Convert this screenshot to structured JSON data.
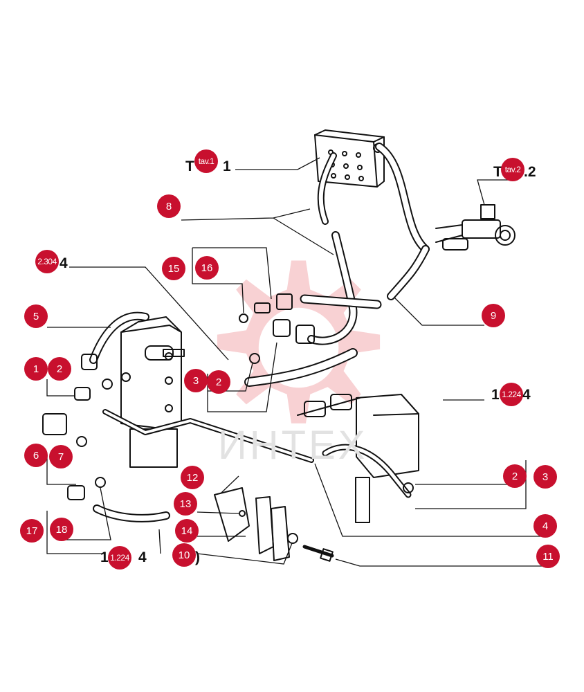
{
  "watermark": {
    "text": "ИНТЕХ",
    "color": "#f7c9cc"
  },
  "accent_color": "#c8102e",
  "callouts": [
    {
      "id": "tav1",
      "label": "tav.1"
    },
    {
      "id": "tav2",
      "label": "tav.2"
    },
    {
      "id": "c2304",
      "label": "2.304"
    },
    {
      "id": "c1224a",
      "label": "1.224"
    },
    {
      "id": "c1224b",
      "label": "1.224"
    },
    {
      "id": "c1",
      "label": "1"
    },
    {
      "id": "c2a",
      "label": "2"
    },
    {
      "id": "c2b",
      "label": "2"
    },
    {
      "id": "c2c",
      "label": "2"
    },
    {
      "id": "c3a",
      "label": "3"
    },
    {
      "id": "c3b",
      "label": "3"
    },
    {
      "id": "c4",
      "label": "4"
    },
    {
      "id": "c5",
      "label": "5"
    },
    {
      "id": "c6",
      "label": "6"
    },
    {
      "id": "c7",
      "label": "7"
    },
    {
      "id": "c8",
      "label": "8"
    },
    {
      "id": "c9",
      "label": "9"
    },
    {
      "id": "c10",
      "label": "10"
    },
    {
      "id": "c11",
      "label": "11"
    },
    {
      "id": "c12",
      "label": "12"
    },
    {
      "id": "c13",
      "label": "13"
    },
    {
      "id": "c14",
      "label": "14"
    },
    {
      "id": "c15",
      "label": "15"
    },
    {
      "id": "c16",
      "label": "16"
    },
    {
      "id": "c17",
      "label": "17"
    },
    {
      "id": "c18",
      "label": "18"
    }
  ],
  "printed_fragments": {
    "tav1_left": "T",
    "tav1_right": "1",
    "tav2_left": "T",
    "tav2_right": ".2",
    "c2304_right": "4",
    "c1224a_left": "1",
    "c1224a_right": "4",
    "c1224b_left": "1",
    "c1224b_right": "4",
    "c10_right": ")"
  }
}
